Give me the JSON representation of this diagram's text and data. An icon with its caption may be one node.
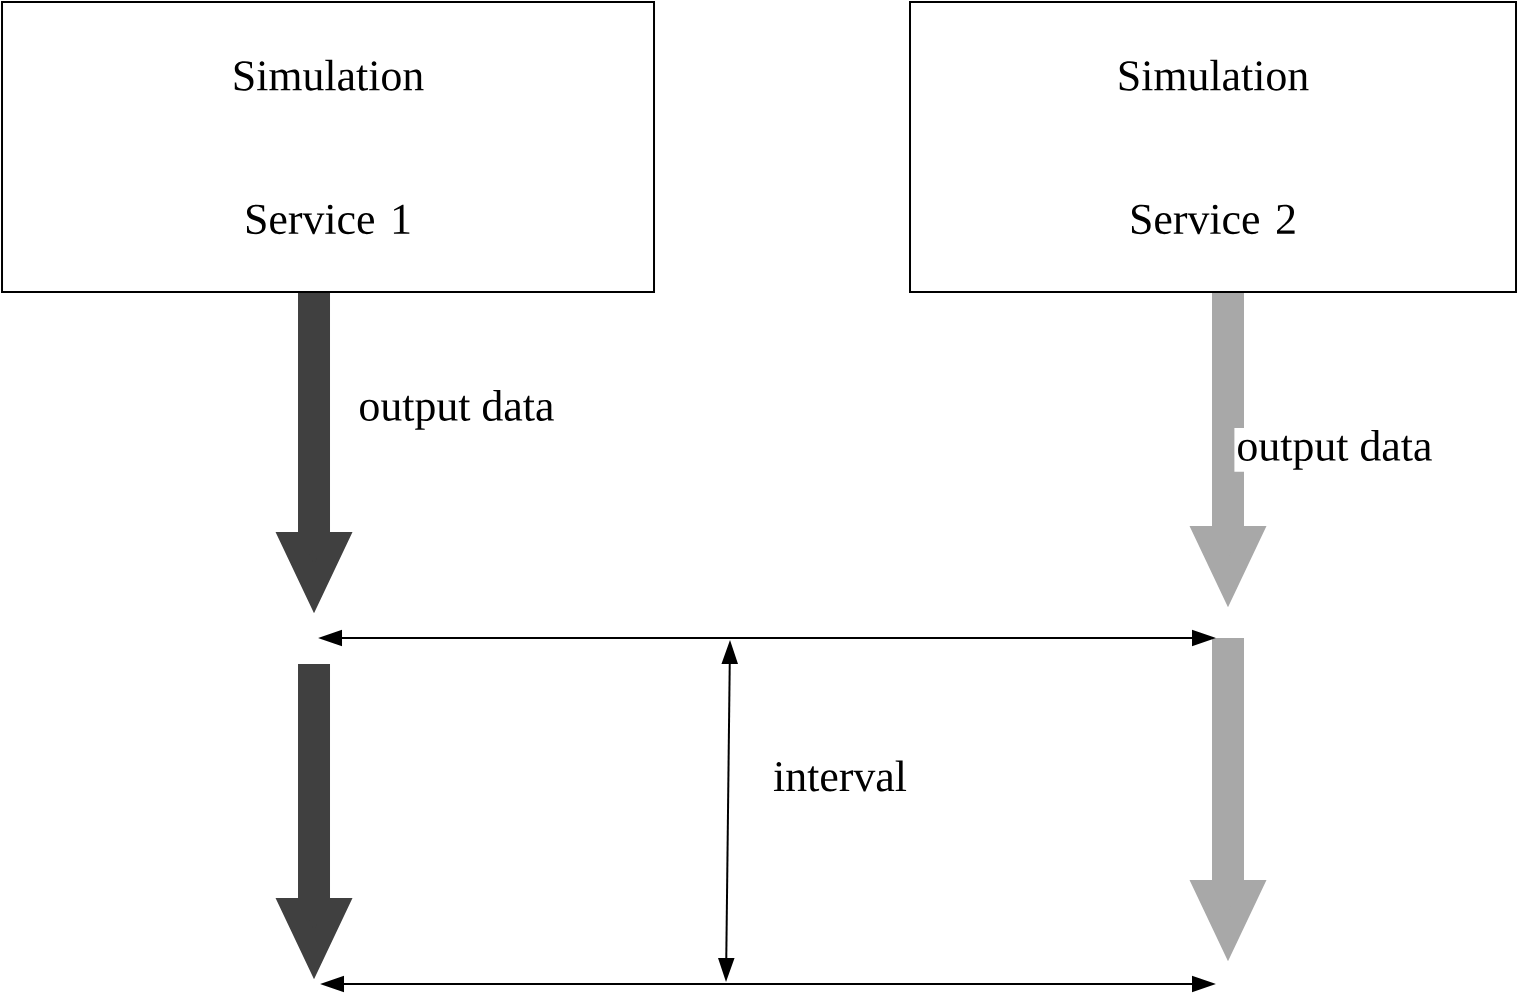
{
  "diagram": {
    "nodes": [
      {
        "text": [
          "Simulation Service 1"
        ]
      },
      {
        "text": [
          "Simulation Service 2"
        ]
      }
    ],
    "edges": [
      {
        "from": 0,
        "to": null,
        "arrow": "to",
        "label": "output data",
        "color": "#404040"
      },
      {
        "from": 1,
        "to": null,
        "arrow": "to",
        "label": "output data",
        "color": "#a8a8a8"
      }
    ],
    "labels": [
      "interval"
    ]
  }
}
